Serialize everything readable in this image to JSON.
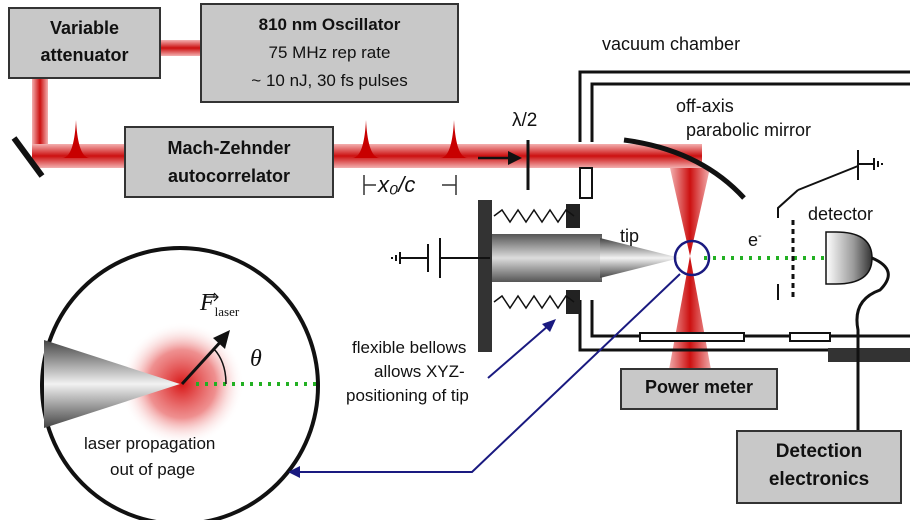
{
  "boxes": {
    "attenuator": {
      "line1": "Variable",
      "line2": "attenuator"
    },
    "oscillator": {
      "line1": "810 nm Oscillator",
      "line2": "75 MHz rep rate",
      "line3": "~ 10 nJ, 30 fs pulses"
    },
    "autocorrelator": {
      "line1": "Mach-Zehnder",
      "line2": "autocorrelator"
    },
    "power_meter": {
      "label": "Power meter"
    },
    "detection": {
      "line1": "Detection",
      "line2": "electronics"
    }
  },
  "labels": {
    "vacuum_chamber": "vacuum chamber",
    "waveplate": "λ/2",
    "mirror_line1": "off-axis",
    "mirror_line2": "parabolic mirror",
    "tip": "tip",
    "electron": "e",
    "electron_sup": "-",
    "detector": "detector",
    "delay": "x₀/c",
    "bellows_line1": "flexible bellows",
    "bellows_line2": "allows XYZ-",
    "bellows_line3": "positioning of tip",
    "force_F": "F",
    "force_sub": "laser",
    "theta": "θ",
    "propagation_line1": "laser propagation",
    "propagation_line2": "out of page"
  },
  "colors": {
    "beam": "#d42020",
    "box_fill": "#c8c8c8",
    "dots": "#22b022",
    "arrow_blue": "#1a1a80"
  }
}
